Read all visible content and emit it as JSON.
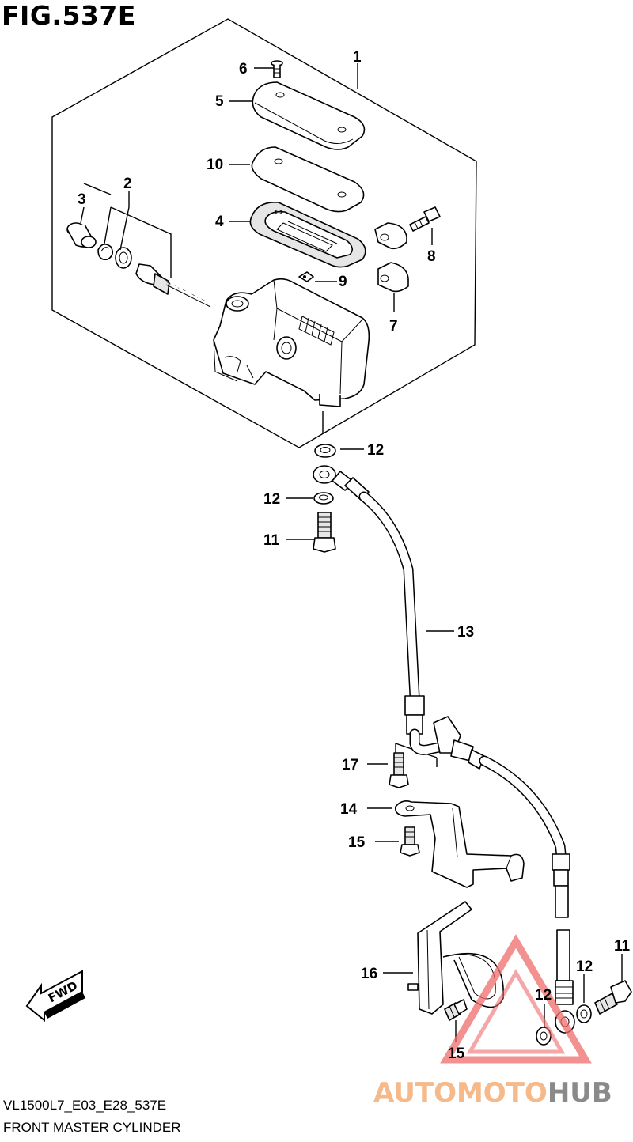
{
  "figure": {
    "title": "FIG.537E",
    "code": "VL1500L7_E03_E28_537E",
    "name": "FRONT MASTER CYLINDER"
  },
  "callouts": {
    "c1": "1",
    "c2": "2",
    "c3": "3",
    "c4": "4",
    "c5": "5",
    "c6": "6",
    "c7": "7",
    "c8": "8",
    "c9": "9",
    "c10": "10",
    "c11a": "11",
    "c11b": "11",
    "c12a": "12",
    "c12b": "12",
    "c12c": "12",
    "c12d": "12",
    "c13": "13",
    "c14": "14",
    "c15a": "15",
    "c15b": "15",
    "c16": "16",
    "c17": "17"
  },
  "fwd_label": "FWD",
  "watermark": {
    "part1": "AUTOMOTO",
    "part2": "HUB",
    "color1": "#f5b98a",
    "color2": "#8a8a8a",
    "triangle_color": "#ef6b6b"
  }
}
